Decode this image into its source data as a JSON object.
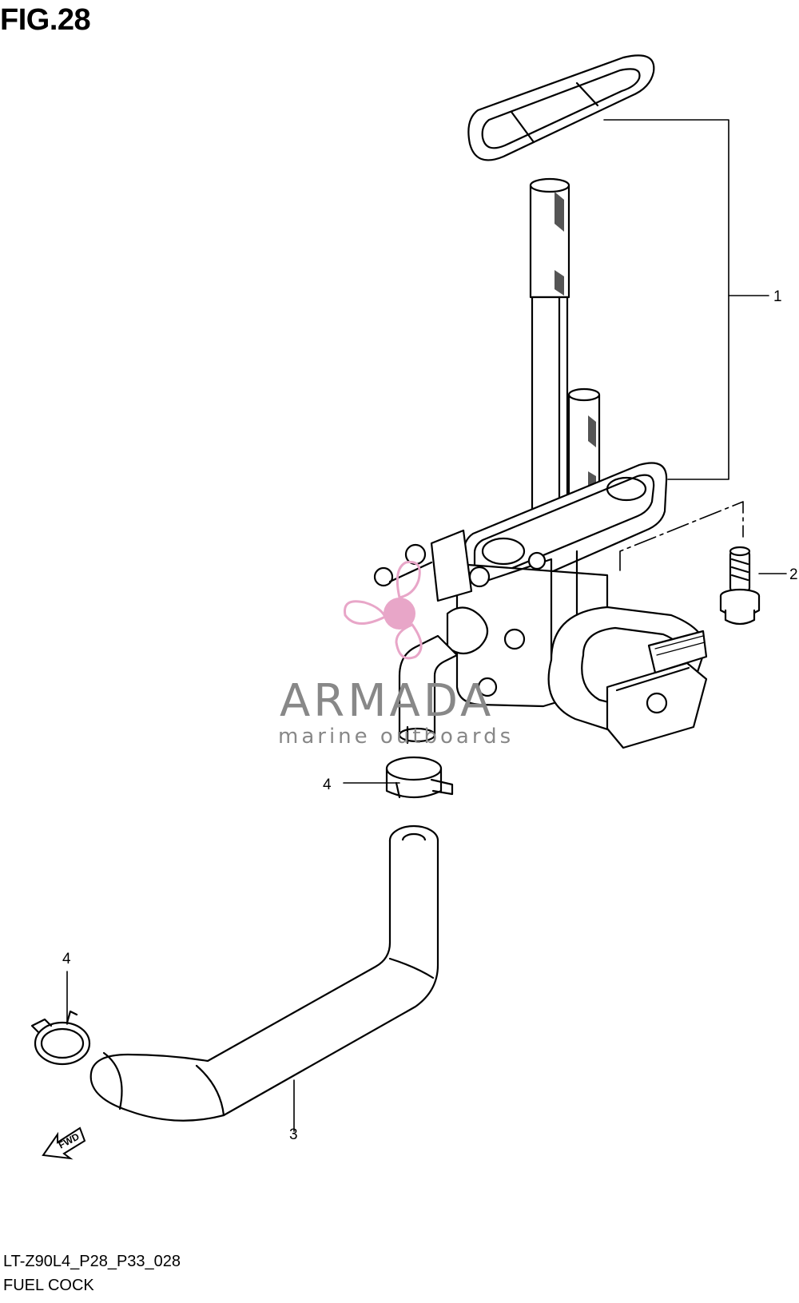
{
  "figure": {
    "title": "FIG.28",
    "code": "LT-Z90L4_P28_P33_028",
    "name": "FUEL COCK"
  },
  "callouts": [
    {
      "label": "1"
    },
    {
      "label": "2"
    },
    {
      "label": "3"
    },
    {
      "label": "4"
    },
    {
      "label": "4"
    }
  ],
  "direction_marker": {
    "label": "FWD",
    "icon": "forward-arrow-icon"
  },
  "watermark": {
    "brand": "ARMADA",
    "tagline": "marine outboards",
    "logo_icon": "propeller-icon",
    "logo_color": "#e8a6c8",
    "text_color": "#888888"
  }
}
